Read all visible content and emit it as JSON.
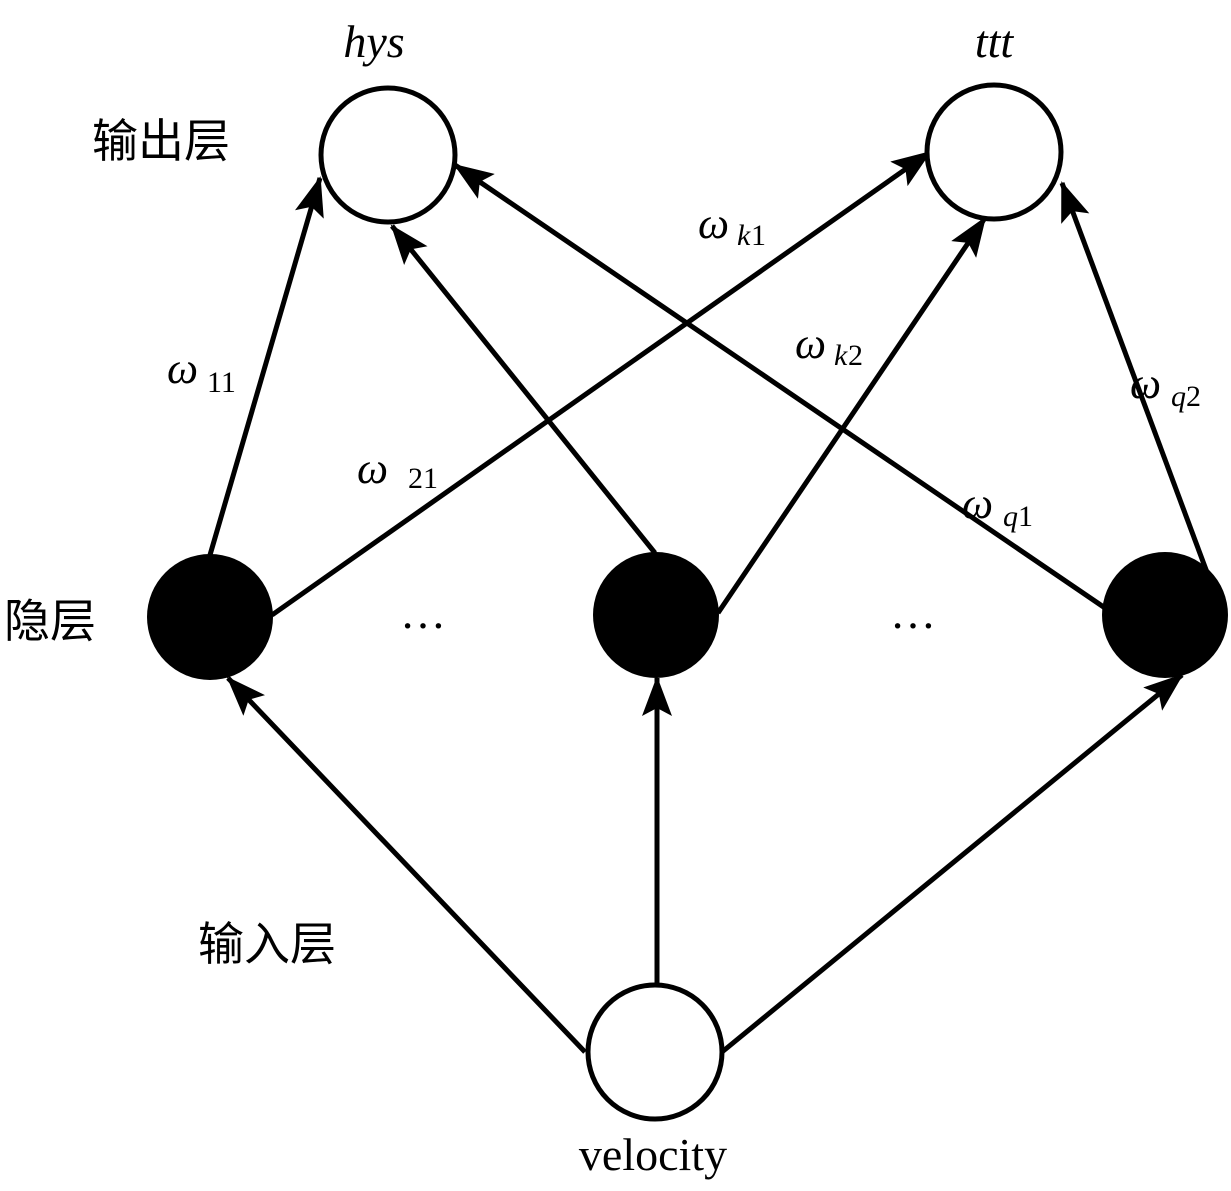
{
  "layers": {
    "output": "输出层",
    "hidden": "隐层",
    "input": "输入层"
  },
  "nodes": {
    "output": [
      {
        "id": "out1",
        "label": "hys"
      },
      {
        "id": "out2",
        "label": "ttt"
      }
    ],
    "hidden": [
      {
        "id": "h1"
      },
      {
        "id": "h2"
      },
      {
        "id": "h3"
      }
    ],
    "input": [
      {
        "id": "in1",
        "label": "velocity"
      }
    ]
  },
  "ellipsis": [
    "…",
    "…"
  ],
  "weights": [
    {
      "sym": "ω",
      "sub": "11",
      "sub_italic": false
    },
    {
      "sym": "ω",
      "sub": "21",
      "sub_italic": false
    },
    {
      "sym": "ω",
      "sub_pre": "k",
      "sub": "1"
    },
    {
      "sym": "ω",
      "sub_pre": "k",
      "sub": "2"
    },
    {
      "sym": "ω",
      "sub_pre": "q",
      "sub": "1"
    },
    {
      "sym": "ω",
      "sub_pre": "q",
      "sub": "2"
    }
  ],
  "colors": {
    "stroke": "#000000",
    "hidden_fill": "#000000",
    "io_fill": "#ffffff"
  }
}
